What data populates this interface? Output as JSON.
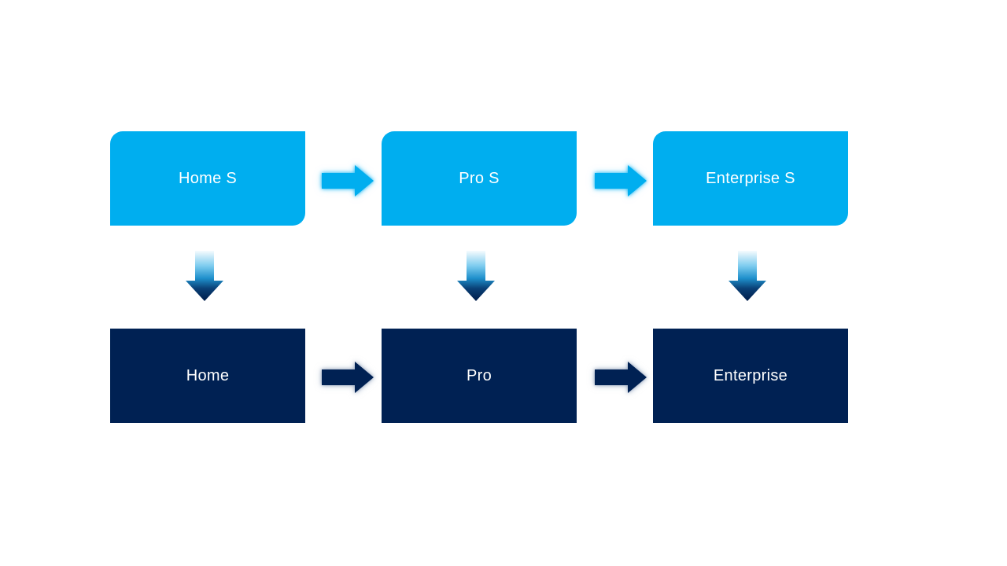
{
  "slide": {
    "background": "#FFFFFF"
  },
  "colors": {
    "top_box_fill": "#00AEEF",
    "bottom_box_fill": "#002153",
    "label_text": "#FFFFFF",
    "top_arrow_fill": "#00AEEF",
    "bottom_arrow_fill": "#002153",
    "down_arrow_gradient_top": "#F5FBFE",
    "down_arrow_gradient_mid": "#1E8FCB",
    "down_arrow_gradient_bottom": "#001C49"
  },
  "diagram": {
    "top_row": {
      "items": [
        {
          "label": "Home S"
        },
        {
          "label": "Pro S"
        },
        {
          "label": "Enterprise S"
        }
      ]
    },
    "bottom_row": {
      "items": [
        {
          "label": "Home"
        },
        {
          "label": "Pro"
        },
        {
          "label": "Enterprise"
        }
      ]
    },
    "icons": {
      "horizontal_connector": "right-arrow-icon",
      "vertical_connector": "down-arrow-icon"
    }
  }
}
